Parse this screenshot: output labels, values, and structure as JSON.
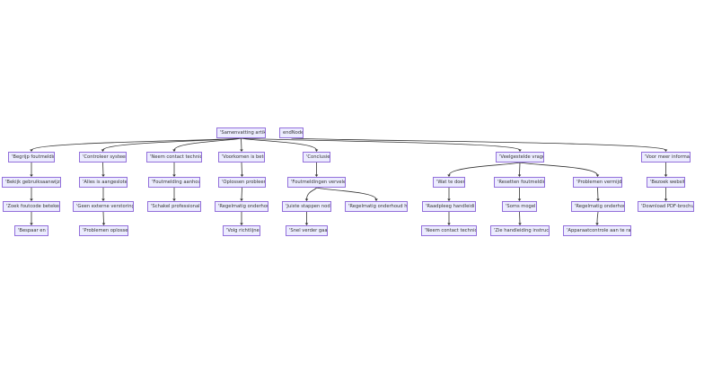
{
  "colors": {
    "node_fill": "#ECECFF",
    "node_border": "#9370DB",
    "edge": "#333333",
    "text": "#333333"
  },
  "nodes": {
    "root": "'Samenvatting artikel'",
    "endnode": "endNode",
    "n1": "'Begrijp foutmelding'",
    "n1a": "'Bekijk gebruiksaanwijzing'",
    "n1b": "'Zoek foutcode betekenis'",
    "n1c": "'Bespaar en tijd'",
    "n2": "'Controleer systeem'",
    "n2a": "'Alles is aangesloten'",
    "n2b": "'Geen externe verstoringen'",
    "n2c": "'Problemen oplossen'",
    "n3": "'Neem contact technicus'",
    "n3a": "'Foutmelding aanhoudt'",
    "n3b": "'Schakel professional in'",
    "n4": "'Voorkomen is beter'",
    "n4a": "'Oplossen probleem'",
    "n4b": "'Regelmatig onderhoud'",
    "n4c": "'Volg richtlijnen'",
    "n5": "'Conclusie'",
    "n5a": "'Foutmeldingen vervelend'",
    "n5b": "'Juiste stappen nodig'",
    "n5c": "'Regelmatig onderhoud helpt'",
    "n5d": "'Snel verder gaan'",
    "n6": "'Veelgestelde vragen'",
    "n6a": "'Wat te doen'",
    "n6a1": "'Raadpleeg handleiding'",
    "n6a2": "'Neem contact technicus'",
    "n6b": "'Resetten foutmelding'",
    "n6b1": "'Soms mogelijk'",
    "n6b2": "'Zie handleiding instructies'",
    "n6c": "'Problemen vermijden'",
    "n6c1": "'Regelmatig onderhoud'",
    "n6c2": "'Apparaatcontrole aan te raden'",
    "n7": "'Voor meer informatie'",
    "n7a": "'Bezoek website'",
    "n7b": "'Download PDF-brochure'"
  }
}
